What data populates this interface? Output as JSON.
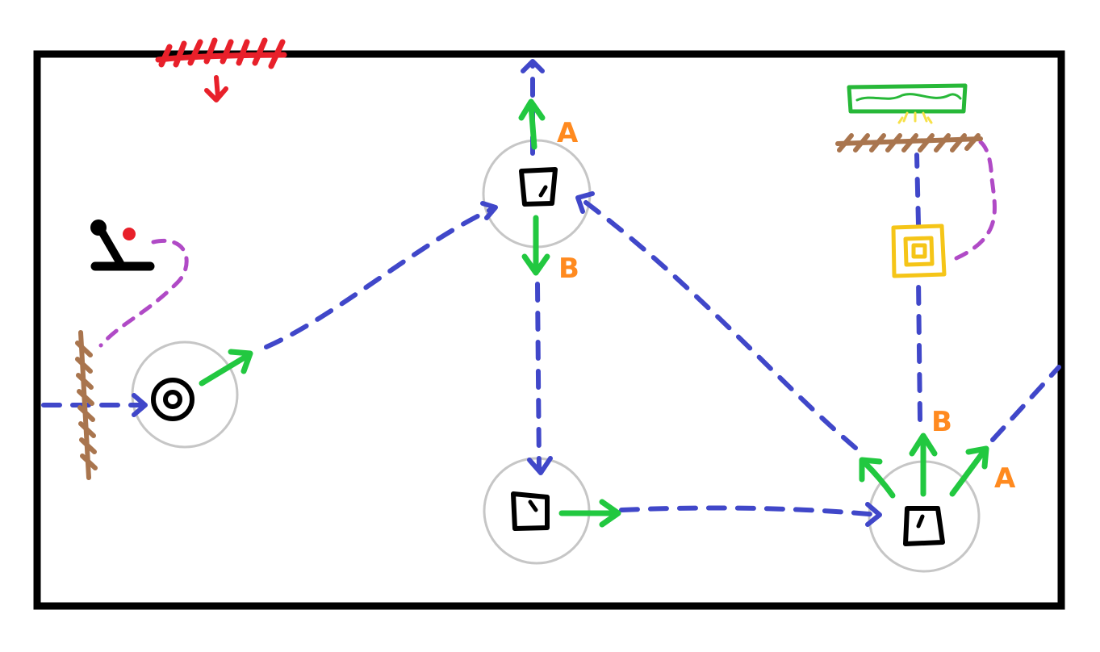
{
  "colors": {
    "frame": "#000000",
    "beam": "#4047c9",
    "arrow": "#22c840",
    "label": "#ff8a1f",
    "wire": "#b04ac6",
    "wall": "#a9754e",
    "node_ring": "#c6c6c6",
    "hazard": "#e8202a",
    "target_box": "#f5c518",
    "receiver": "#27b838",
    "glow": "#f7e14a",
    "lever_knob": "#e8202a"
  },
  "labels": {
    "top_splitter_a": "A",
    "top_splitter_b": "B",
    "right_splitter_a": "A",
    "right_splitter_b": "B"
  },
  "icons": {
    "emitter": "target-ring-icon",
    "splitter": "tilted-square-icon",
    "lever": "lever-switch-icon",
    "hazard": "hatched-hazard-icon",
    "receiver": "receiver-panel-icon"
  }
}
